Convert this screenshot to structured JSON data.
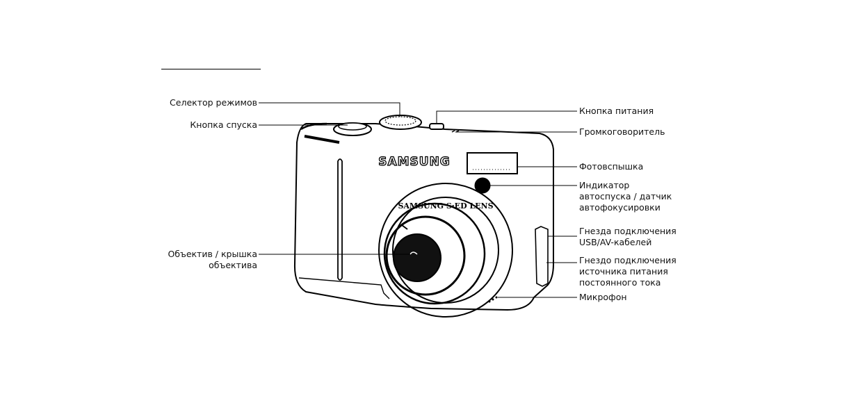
{
  "brand": "SAMSUNG",
  "lens_brand": "SAMSUNG S·ED LENS",
  "labels": {
    "mode_selector": "Селектор режимов",
    "shutter_button": "Кнопка спуска",
    "lens": [
      "Объектив / крышка",
      "объектива"
    ],
    "power_button": "Кнопка питания",
    "speaker": "Громкоговоритель",
    "flash": "Фотовспышка",
    "self_timer": [
      "Индикатор",
      "автоспуска / датчик",
      "автофокусировки"
    ],
    "usb_av_jack": [
      "Гнезда подключения",
      "USB/AV-кабелей"
    ],
    "dc_jack": [
      "Гнездо подключения",
      "источника питания",
      "постоянного тока"
    ],
    "microphone": "Микрофон"
  }
}
